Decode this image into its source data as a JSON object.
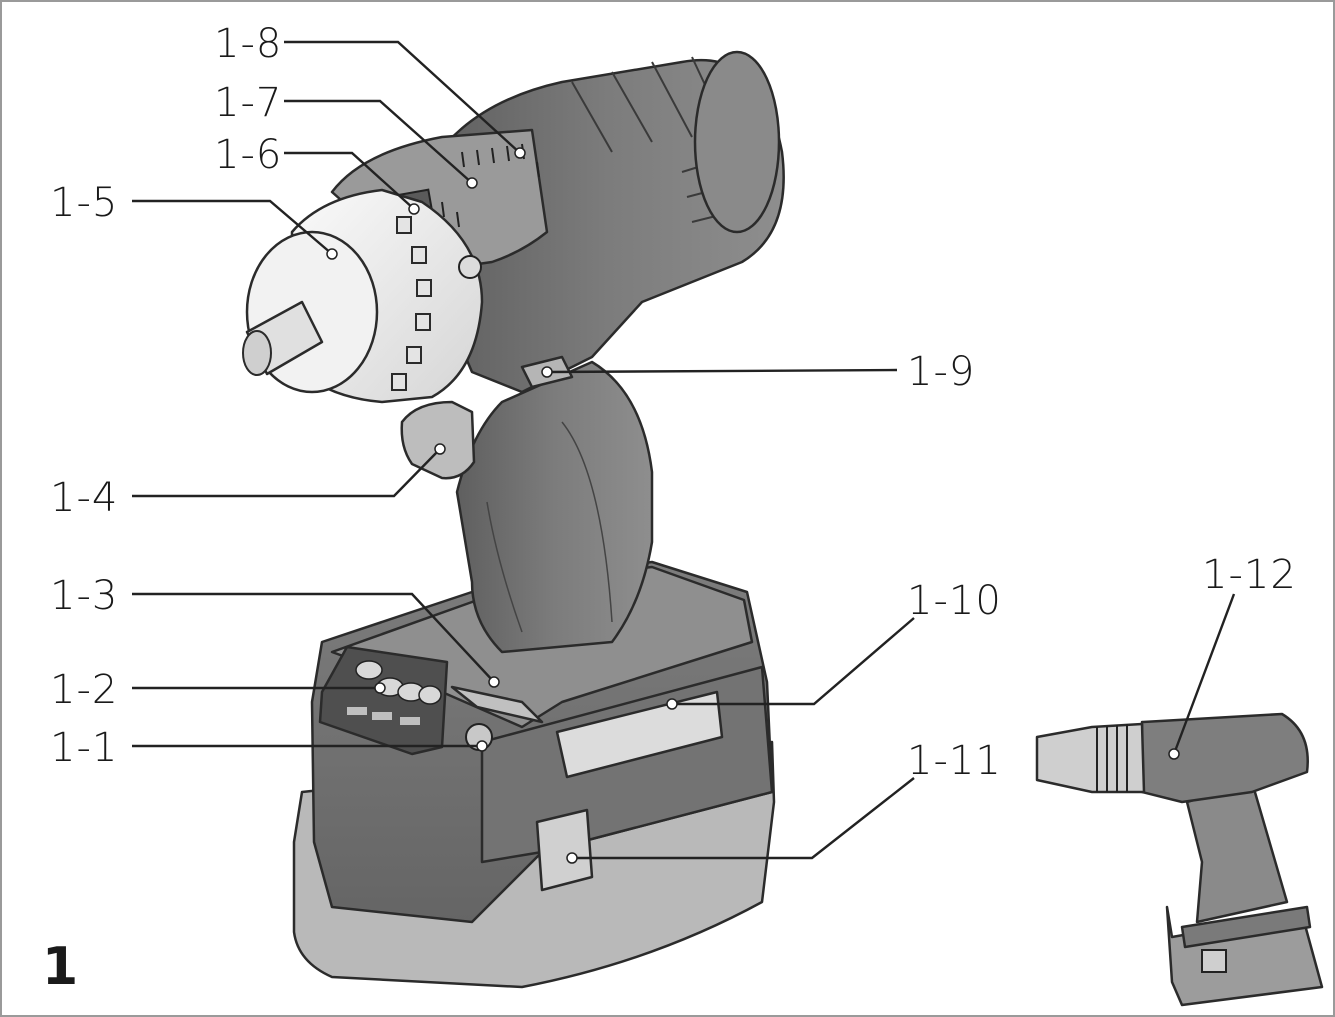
{
  "figure": {
    "number": "1",
    "callouts": [
      {
        "id": "c1",
        "text": "1-1"
      },
      {
        "id": "c2",
        "text": "1-2"
      },
      {
        "id": "c3",
        "text": "1-3"
      },
      {
        "id": "c4",
        "text": "1-4"
      },
      {
        "id": "c5",
        "text": "1-5"
      },
      {
        "id": "c6",
        "text": "1-6"
      },
      {
        "id": "c7",
        "text": "1-7"
      },
      {
        "id": "c8",
        "text": "1-8"
      },
      {
        "id": "c9",
        "text": "1-9"
      },
      {
        "id": "c10",
        "text": "1-10"
      },
      {
        "id": "c11",
        "text": "1-11"
      },
      {
        "id": "c12",
        "text": "1-12"
      }
    ]
  },
  "colors": {
    "body_dark": "#6f6f6f",
    "body_mid": "#8c8c8c",
    "body_light": "#b5b5b5",
    "head_white": "#efefef",
    "outline": "#2b2b2b"
  }
}
